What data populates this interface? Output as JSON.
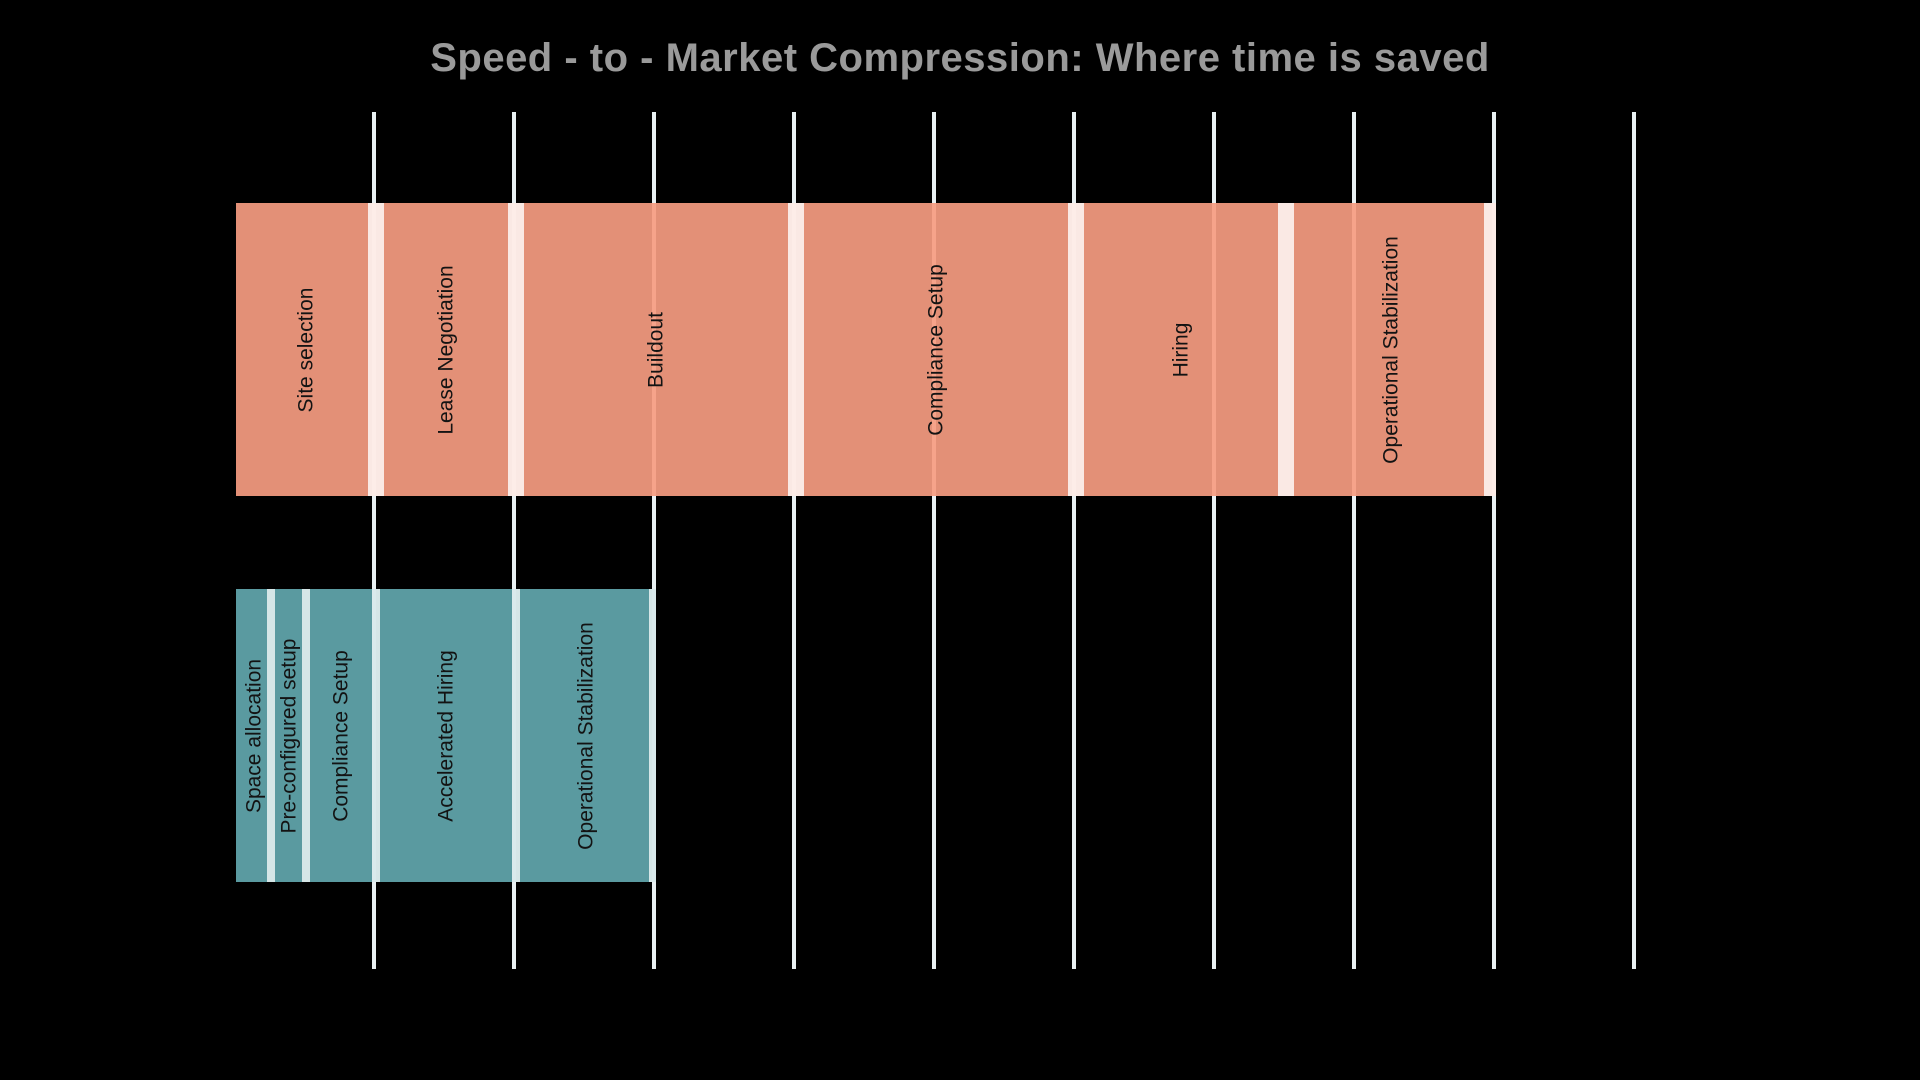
{
  "page": {
    "background_color": "#000000"
  },
  "chart_data": {
    "type": "bar",
    "subtype": "horizontal-stacked-timeline-comparison",
    "title": "Speed - to - Market Compression: Where time is saved",
    "title_color": "#9a9a9a",
    "grid": true,
    "gridline_color": "#e9f1f3",
    "label_color": "#131313",
    "legend_position": "none",
    "x_axis": {
      "tick_labels_visible": false,
      "gridline_units": [
        1,
        2,
        3,
        4,
        5,
        6,
        7,
        8,
        9,
        10
      ]
    },
    "rows": [
      {
        "id": "traditional-timeline",
        "fill": "#e28f76",
        "fill_rgba": "rgba(246,156,129,0.92)",
        "separator_rgba": "rgba(255,255,255,0.8)",
        "total_units": 9,
        "segments": [
          {
            "label": "Site selection",
            "duration_units": 1
          },
          {
            "label": "Lease Negotiation",
            "duration_units": 1
          },
          {
            "label": "Buildout",
            "duration_units": 2
          },
          {
            "label": "Compliance Setup",
            "duration_units": 2
          },
          {
            "label": "Hiring",
            "duration_units": 1.5
          },
          {
            "label": "Operational Stabilization",
            "duration_units": 1.5
          }
        ]
      },
      {
        "id": "accelerated-timeline",
        "fill": "#579aa0",
        "fill_rgba": "rgba(98,167,174,0.92)",
        "separator_rgba": "rgba(255,255,255,0.75)",
        "total_units": 3,
        "segments": [
          {
            "label": "Space allocation",
            "duration_units": 0.25
          },
          {
            "label": "Pre-configured setup",
            "duration_units": 0.25
          },
          {
            "label": "Compliance Setup",
            "duration_units": 0.5
          },
          {
            "label": "Accelerated Hiring",
            "duration_units": 1
          },
          {
            "label": "Operational Stabilization",
            "duration_units": 1
          }
        ]
      }
    ]
  }
}
